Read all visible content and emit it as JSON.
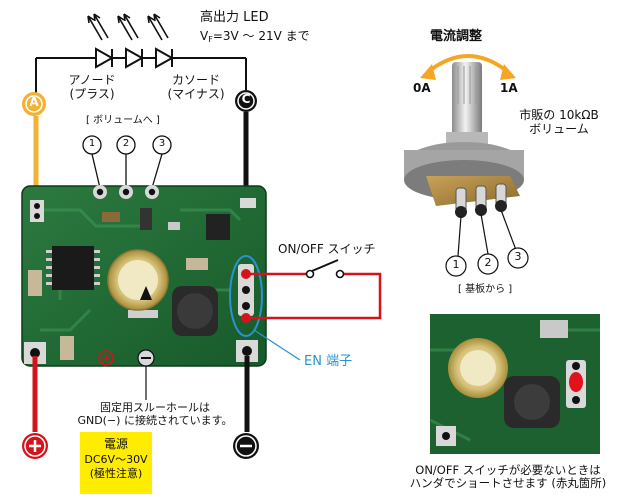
{
  "led": {
    "title": "高出力 LED",
    "vf_prefix": "V",
    "vf_sub": "F",
    "vf_rest": "=3V 〜 21V まで"
  },
  "terminals": {
    "anode_letter": "A",
    "cathode_letter": "C",
    "anode_label": "アノード",
    "anode_sub": "(プラス)",
    "cathode_label": "カソード",
    "cathode_sub": "(マイナス)",
    "plus_symbol": "+",
    "minus_symbol": "−"
  },
  "volume_pins": {
    "caption": "[ ボリュームへ ]",
    "pins": [
      "1",
      "2",
      "3"
    ]
  },
  "switch": {
    "label": "ON/OFF スイッチ",
    "en_label": "EN 端子"
  },
  "mount_note": {
    "line1": "固定用スルーホールは",
    "line2": "GND(−) に接続されています。"
  },
  "power": {
    "title": "電源",
    "range": "DC6V〜30V",
    "polarity": "(極性注意)"
  },
  "pot": {
    "title": "電流調整",
    "min": "0A",
    "max": "1A",
    "desc1": "市販の 10kΩB",
    "desc2": "ボリューム",
    "pins": [
      "1",
      "2",
      "3"
    ],
    "from_board": "[ 基板から ]"
  },
  "footer_note": {
    "line1": "ON/OFF スイッチが必要ないときは",
    "line2": "ハンダでショートさせます (赤丸箇所)"
  },
  "colors": {
    "anode_wire": "#f2b233",
    "cathode_wire": "#111111",
    "power_plus": "#d4141c",
    "power_minus": "#111111",
    "switch_wire": "#d4141c",
    "en_highlight": "#2a93d0",
    "pcb_green": "#1f6b34",
    "note_yellow": "#ffec00",
    "pot_arrow": "#f5a623"
  }
}
